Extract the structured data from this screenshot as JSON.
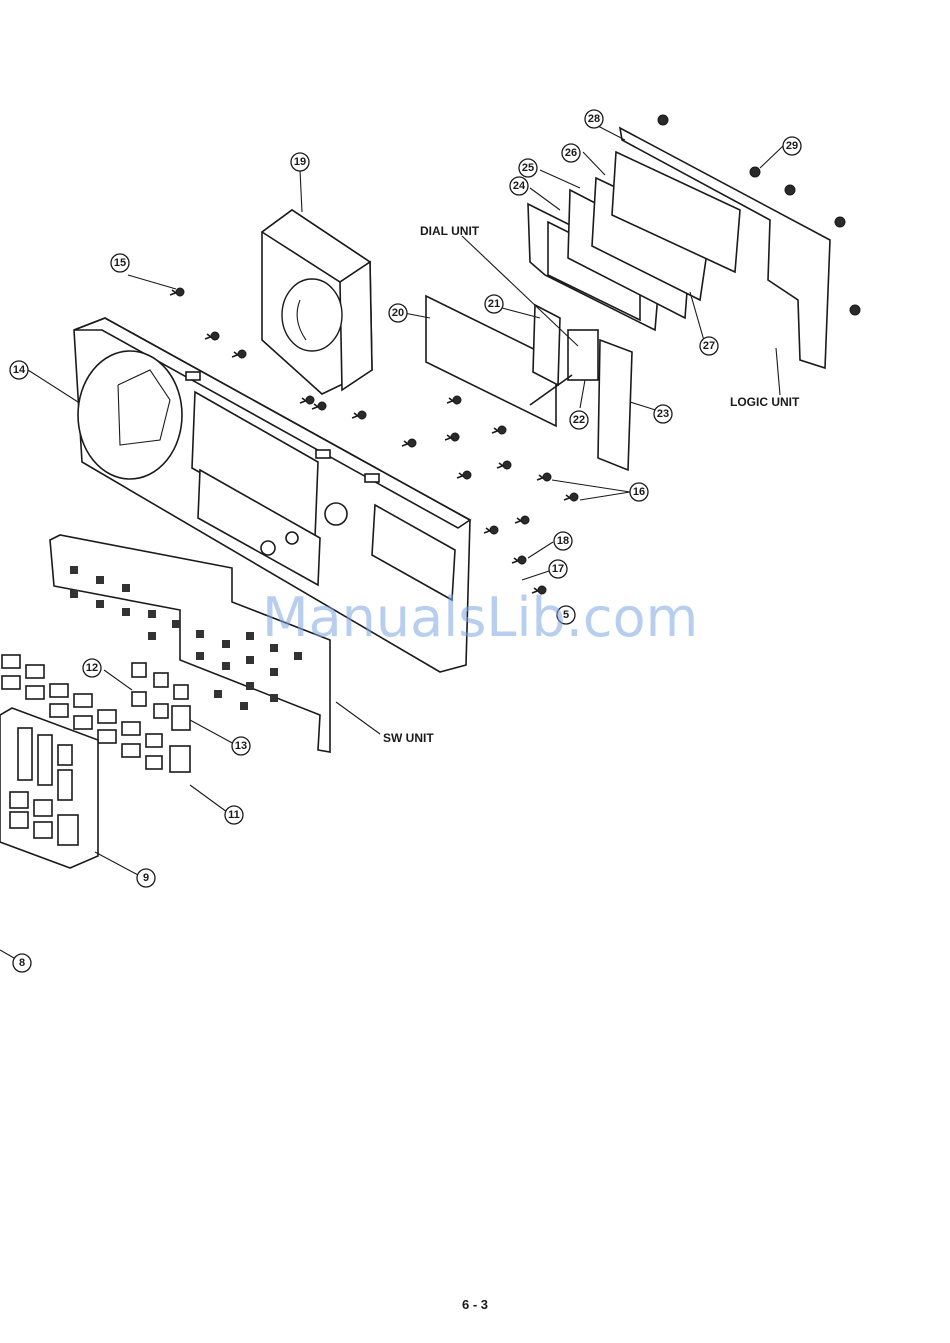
{
  "labels": {
    "dial_unit": "DIAL UNIT",
    "logic_unit": "LOGIC UNIT",
    "sw_unit": "SW UNIT"
  },
  "callouts": {
    "c8": "8",
    "c9": "9",
    "c11": "11",
    "c12": "12",
    "c13": "13",
    "c14": "14",
    "c15a": "15",
    "c15b": "5",
    "c16": "16",
    "c17": "17",
    "c18": "18",
    "c19": "19",
    "c20": "20",
    "c21": "21",
    "c22": "22",
    "c23": "23",
    "c24": "24",
    "c25": "25",
    "c26": "26",
    "c27": "27",
    "c28": "28",
    "c29": "29"
  },
  "watermark": "ManualsLib.com",
  "page_number": "6 - 3"
}
